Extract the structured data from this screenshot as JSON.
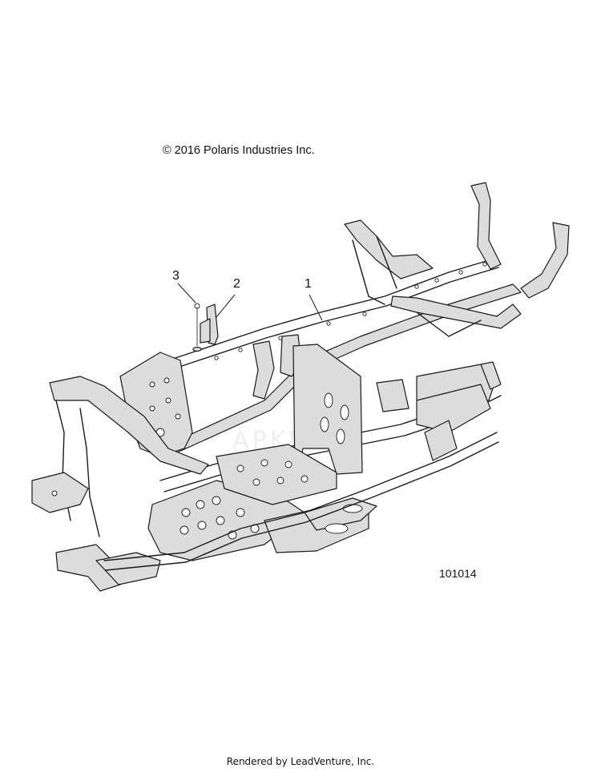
{
  "copyright": "© 2016 Polaris Industries Inc.",
  "figure_number": "101014",
  "footer": "Rendered by LeadVenture, Inc.",
  "callouts": [
    {
      "label": "1",
      "part": "frame"
    },
    {
      "label": "2",
      "part": "bracket"
    },
    {
      "label": "3",
      "part": "fastener"
    }
  ]
}
